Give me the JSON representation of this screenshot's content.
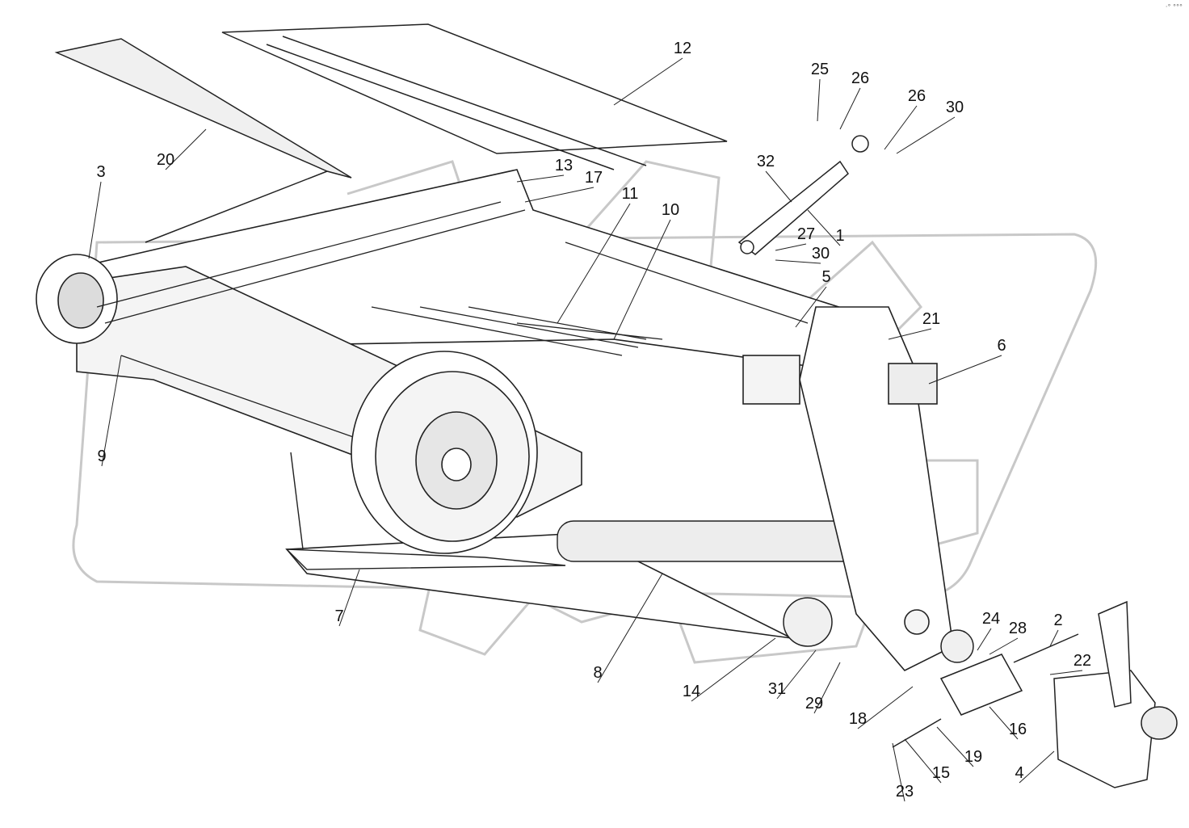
{
  "diagram": {
    "callouts": [
      "1",
      "2",
      "3",
      "4",
      "5",
      "6",
      "7",
      "8",
      "9",
      "10",
      "11",
      "12",
      "13",
      "14",
      "15",
      "16",
      "17",
      "18",
      "19",
      "20",
      "21",
      "22",
      "23",
      "24",
      "25",
      "26",
      "26",
      "27",
      "28",
      "29",
      "30",
      "30",
      "31",
      "32"
    ],
    "corner_mark": "·° °°°",
    "colors": {
      "line": "#222222",
      "fill": "#ffffff",
      "shade": "#d8d8d8",
      "watermark": "#c8c8c8"
    }
  }
}
